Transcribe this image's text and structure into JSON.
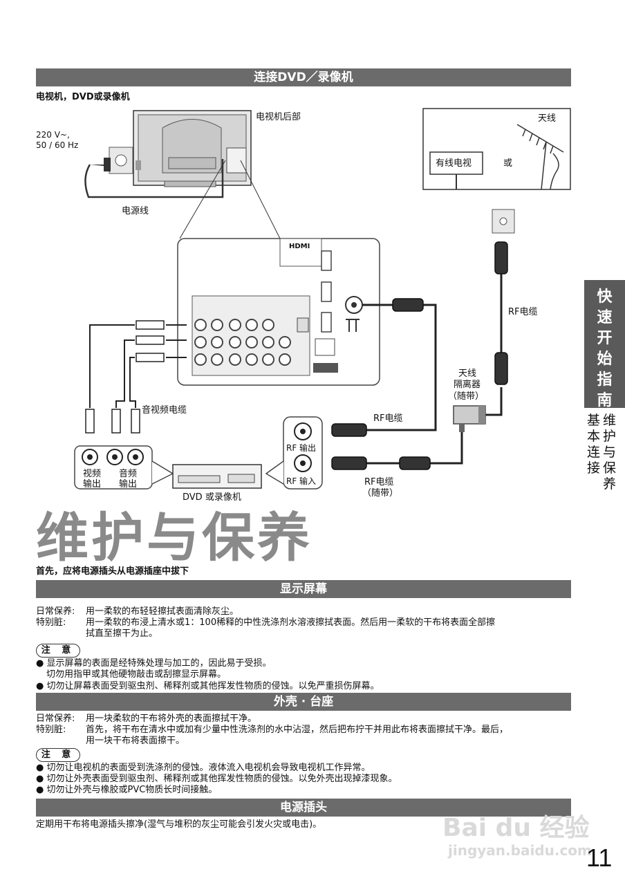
{
  "section1": {
    "bar_title": "连接DVD／录像机",
    "subtitle": "电视机，DVD或录像机",
    "diagram": {
      "tv_rear": "电视机后部",
      "voltage_line1": "220 V~,",
      "voltage_line2": "50 / 60 Hz",
      "power_cord": "电源线",
      "antenna": "天线",
      "cable_tv": "有线电视",
      "or": "或",
      "rf_cable": "RF电缆",
      "rf_cable2": "RF电缆",
      "rf_cable_supplied_1": "RF电缆",
      "rf_cable_supplied_2": "（随带）",
      "isolator_1": "天线",
      "isolator_2": "隔离器",
      "isolator_3": "（随带）",
      "av_cable": "音视频电缆",
      "video_out_1": "视频",
      "video_out_2": "输出",
      "audio_out_1": "音频",
      "audio_out_2": "输出",
      "rf_out": "RF 输出",
      "rf_in": "RF 输入",
      "dvd_vcr": "DVD 或录像机",
      "hdmi_label": "HDMI"
    }
  },
  "maintenance": {
    "title": "维护与保养",
    "first_note": "首先，应将电源插头从电源插座中拔下",
    "screen": {
      "bar": "显示屏幕",
      "daily_label": "日常保养:",
      "daily_text": "用一柔软的布轻轻擦拭表面清除灰尘。",
      "dirty_label": "特别脏:",
      "dirty_text_1": "用一柔软的布浸上清水或1：100稀释的中性洗涤剂水溶液擦拭表面。然后用一柔软的干布将表面全部擦",
      "dirty_text_2": "拭直至擦干为止。",
      "note_label": "注 意",
      "note_1": "显示屏幕的表面是经特殊处理与加工的，因此易于受损。",
      "note_1b": "切勿用指甲或其他硬物敲击或刮擦显示屏幕。",
      "note_2": "切勿让屏幕表面受到驱虫剂、稀释剂或其他挥发性物质的侵蚀。以免严重损伤屏幕。"
    },
    "cabinet": {
      "bar": "外壳 · 台座",
      "daily_label": "日常保养:",
      "daily_text": "用一块柔软的干布将外壳的表面擦拭干净。",
      "dirty_label": "特别脏:",
      "dirty_text_1": "首先，将干布在清水中或加有少量中性洗涤剂的水中沾湿，然后把布拧干并用此布将表面擦拭干净。最后，",
      "dirty_text_2": "用一块干布将表面擦干。",
      "note_label": "注 意",
      "note_1": "切勿让电视机的表面受到洗涤剂的侵蚀。液体流入电视机会导致电视机工作异常。",
      "note_2": "切勿让外壳表面受到驱虫剂、稀释剂或其他挥发性物质的侵蚀。以免外壳出现掉漆现象。",
      "note_3": "切勿让外壳与橡胶或PVC物质长时间接触。"
    },
    "plug": {
      "bar": "电源插头",
      "text": "定期用干布将电源插头擦净(湿气与堆积的灰尘可能会引发火灾或电击)。"
    }
  },
  "sidebar": {
    "tab_chars": [
      "快",
      "速",
      "开",
      "始",
      "指",
      "南"
    ],
    "sub_col1": [
      "基",
      "本",
      "连",
      "接"
    ],
    "sub_col2": [
      "维",
      "护",
      "与",
      "保",
      "养"
    ]
  },
  "page_number": "11",
  "watermark": {
    "logo": "Bai du 经验",
    "url": "jingyan.baidu.com"
  }
}
